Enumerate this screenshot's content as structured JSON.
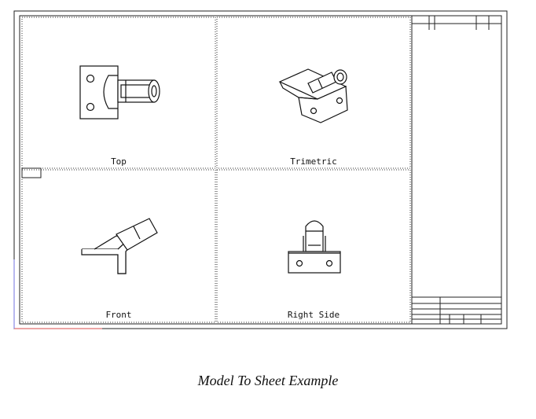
{
  "views": [
    {
      "id": "top",
      "label": "Top"
    },
    {
      "id": "trimetric",
      "label": "Trimetric"
    },
    {
      "id": "front",
      "label": "Front"
    },
    {
      "id": "right",
      "label": "Right Side"
    }
  ],
  "caption": "Model To Sheet Example"
}
